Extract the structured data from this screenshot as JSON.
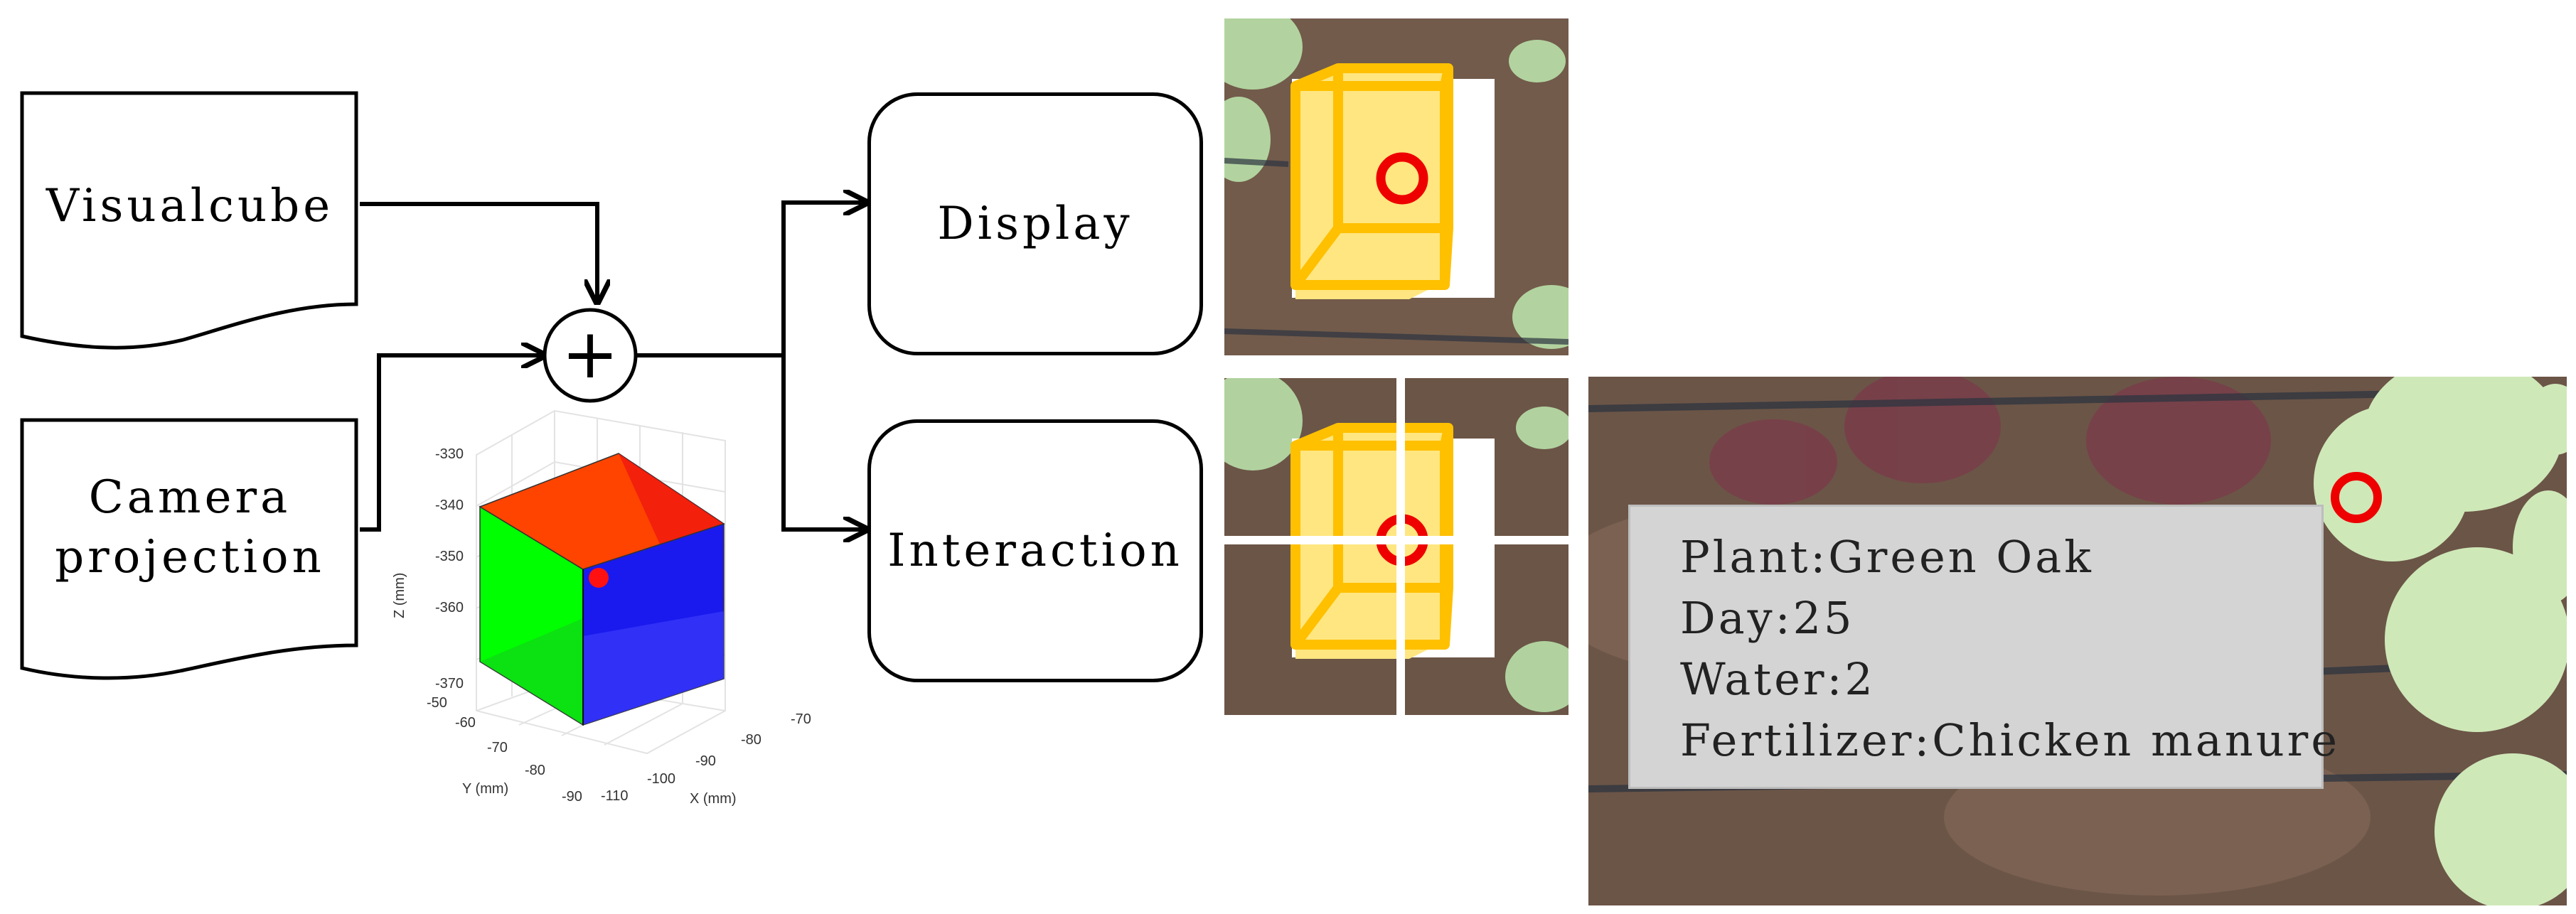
{
  "inputs": {
    "visual_cube": "Visualcube",
    "camera_projection_line1": "Camera",
    "camera_projection_line2": "projection"
  },
  "outputs": {
    "display": "Display",
    "interaction": "Interaction"
  },
  "operator_symbol": "+",
  "cube_plot": {
    "z_label": "Z (mm)",
    "y_label": "Y (mm)",
    "x_label": "X (mm)",
    "z_ticks": [
      "-330",
      "-340",
      "-350",
      "-360",
      "-370"
    ],
    "y_ticks": [
      "-50",
      "-60",
      "-70",
      "-80",
      "-90"
    ],
    "x_ticks": [
      "-70",
      "-80",
      "-90",
      "-100",
      "-110"
    ],
    "face_colors": {
      "left": "#00ff00",
      "top": "#ff4400",
      "right": "#1a1aee"
    }
  },
  "info": {
    "plant": "Plant:Green Oak",
    "day": "Day:25",
    "water": "Water:2",
    "fertilizer": "Fertilizer:Chicken manure"
  },
  "colors": {
    "cube_fill": "#ffe680",
    "cube_edge": "#ffc000",
    "marker": "#ee0000",
    "soil": "#6b5547"
  }
}
